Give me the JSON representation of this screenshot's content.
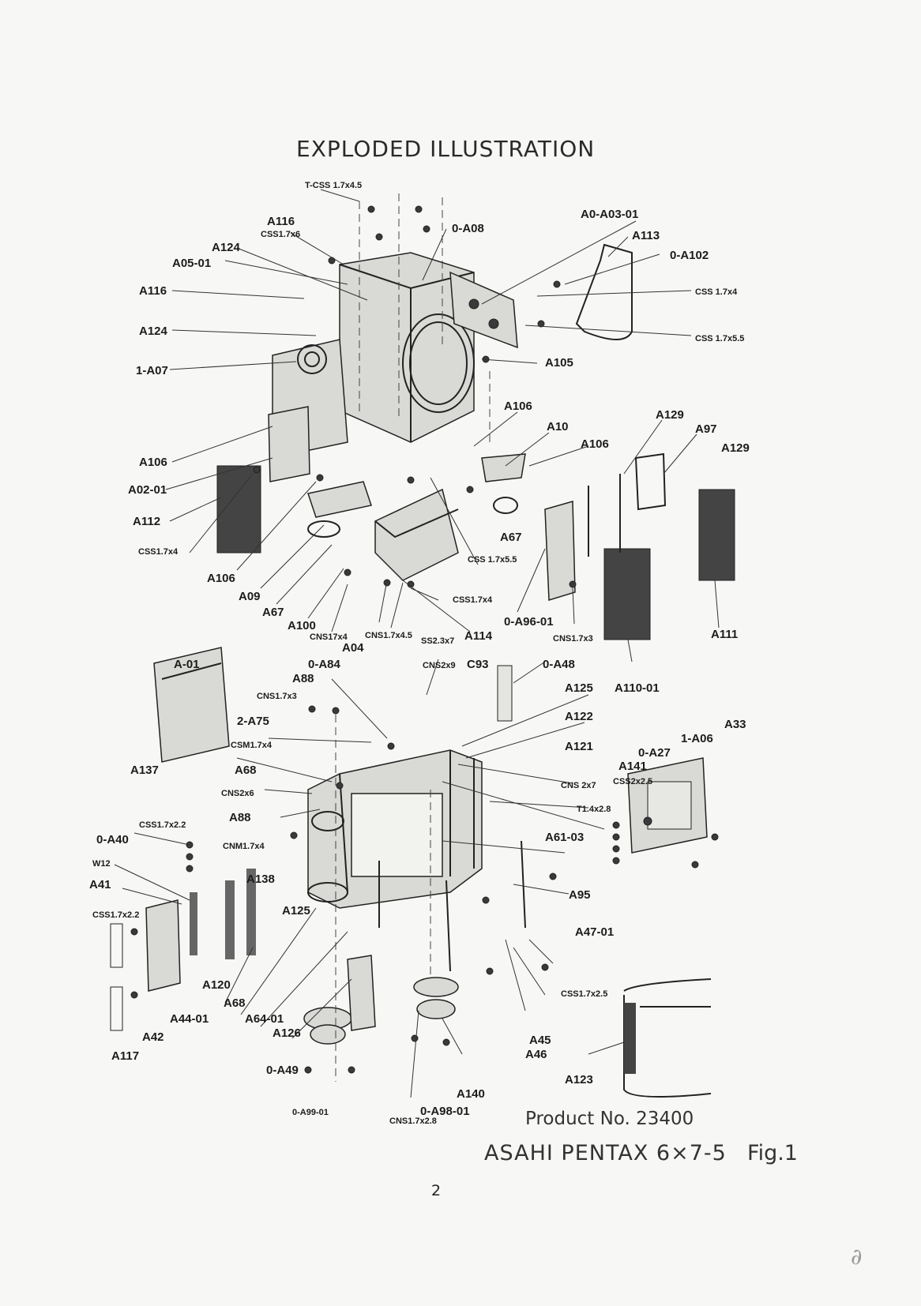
{
  "heading": "EXPLODED ILLUSTRATION",
  "product_no": "Product No. 23400",
  "model": "ASAHI PENTAX 6×7-5",
  "figure": "Fig.1",
  "page_number": "2",
  "handwritten_mark": "∂",
  "diagram": {
    "part_labels": [
      "T-CSS 1.7x4.5",
      "A116",
      "CSS1.7x6",
      "A124",
      "A05-01",
      "0-A08",
      "A0-A03-01",
      "A113",
      "0-A102",
      "CSS 1.7x4",
      "CSS 1.7x5.5",
      "A116",
      "A124",
      "1-A07",
      "A105",
      "A106",
      "A10",
      "A106",
      "A129",
      "A97",
      "A129",
      "A106",
      "A02-01",
      "A112",
      "CSS1.7x4",
      "A67",
      "CSS 1.7x5.5",
      "A106",
      "A09",
      "A67",
      "A100",
      "CSS1.7x4",
      "CNS17x4",
      "CNS1.7x4.5",
      "SS2.3x7",
      "A114",
      "0-A96-01",
      "CNS1.7x3",
      "A111",
      "A04",
      "A-01",
      "0-A84",
      "CNS2x9",
      "C93",
      "0-A48",
      "A88",
      "A125",
      "A110-01",
      "CNS1.7x3",
      "A122",
      "2-A75",
      "A33",
      "CSM1.7x4",
      "A121",
      "1-A06",
      "A137",
      "0-A27",
      "A141",
      "A68",
      "CSS2x2.5",
      "CNS2x6",
      "CNS 2x7",
      "A88",
      "T1.4x2.8",
      "CSS1.7x2.2",
      "A61-03",
      "0-A40",
      "CNM1.7x4",
      "W12",
      "A138",
      "A95",
      "A41",
      "A125",
      "CSS1.7x2.2",
      "A47-01",
      "A120",
      "CSS1.7x2.5",
      "A68",
      "A44-01",
      "A64-01",
      "A126",
      "A42",
      "A45",
      "A46",
      "A117",
      "0-A49",
      "A123",
      "A140",
      "0-A99-01",
      "0-A98-01",
      "CNS1.7x2.8"
    ]
  }
}
